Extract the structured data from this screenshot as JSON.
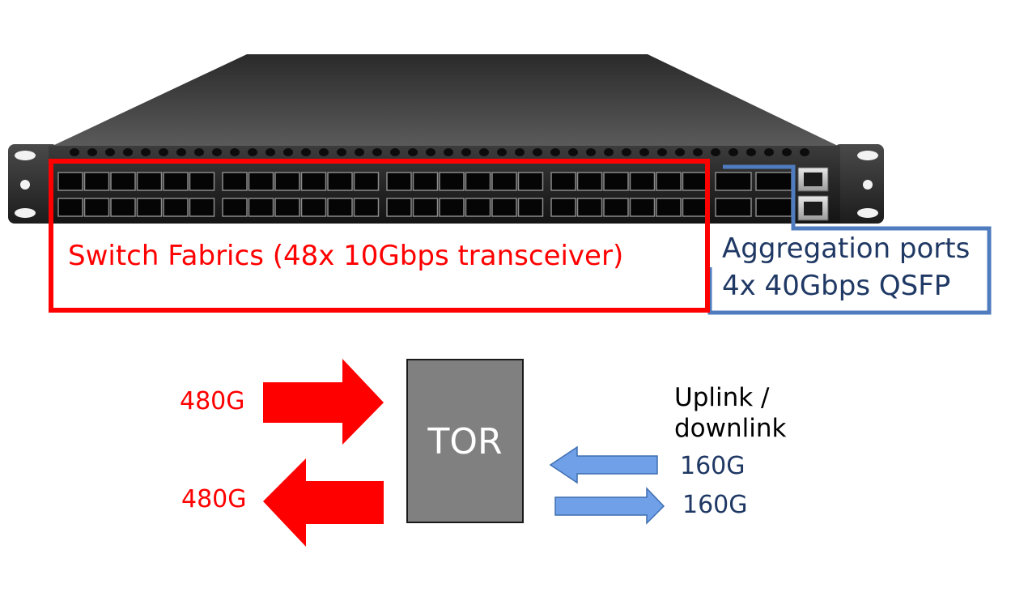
{
  "callouts": {
    "switch_fabrics": "Switch Fabrics (48x 10Gbps transceiver)",
    "aggregation_line1": "Aggregation ports",
    "aggregation_line2": "4x 40Gbps QSFP"
  },
  "tor": {
    "label": "TOR"
  },
  "flows": {
    "ingress": "480G",
    "egress": "480G",
    "link_title_line1": "Uplink /",
    "link_title_line2": "downlink",
    "uplink": "160G",
    "downlink": "160G"
  },
  "colors": {
    "fabric_red": "#ff0000",
    "aggregation_blue": "#4f7cbf",
    "label_navy": "#1f3864",
    "tor_gray": "#808080",
    "small_arrow_fill": "#6fa0e8"
  }
}
